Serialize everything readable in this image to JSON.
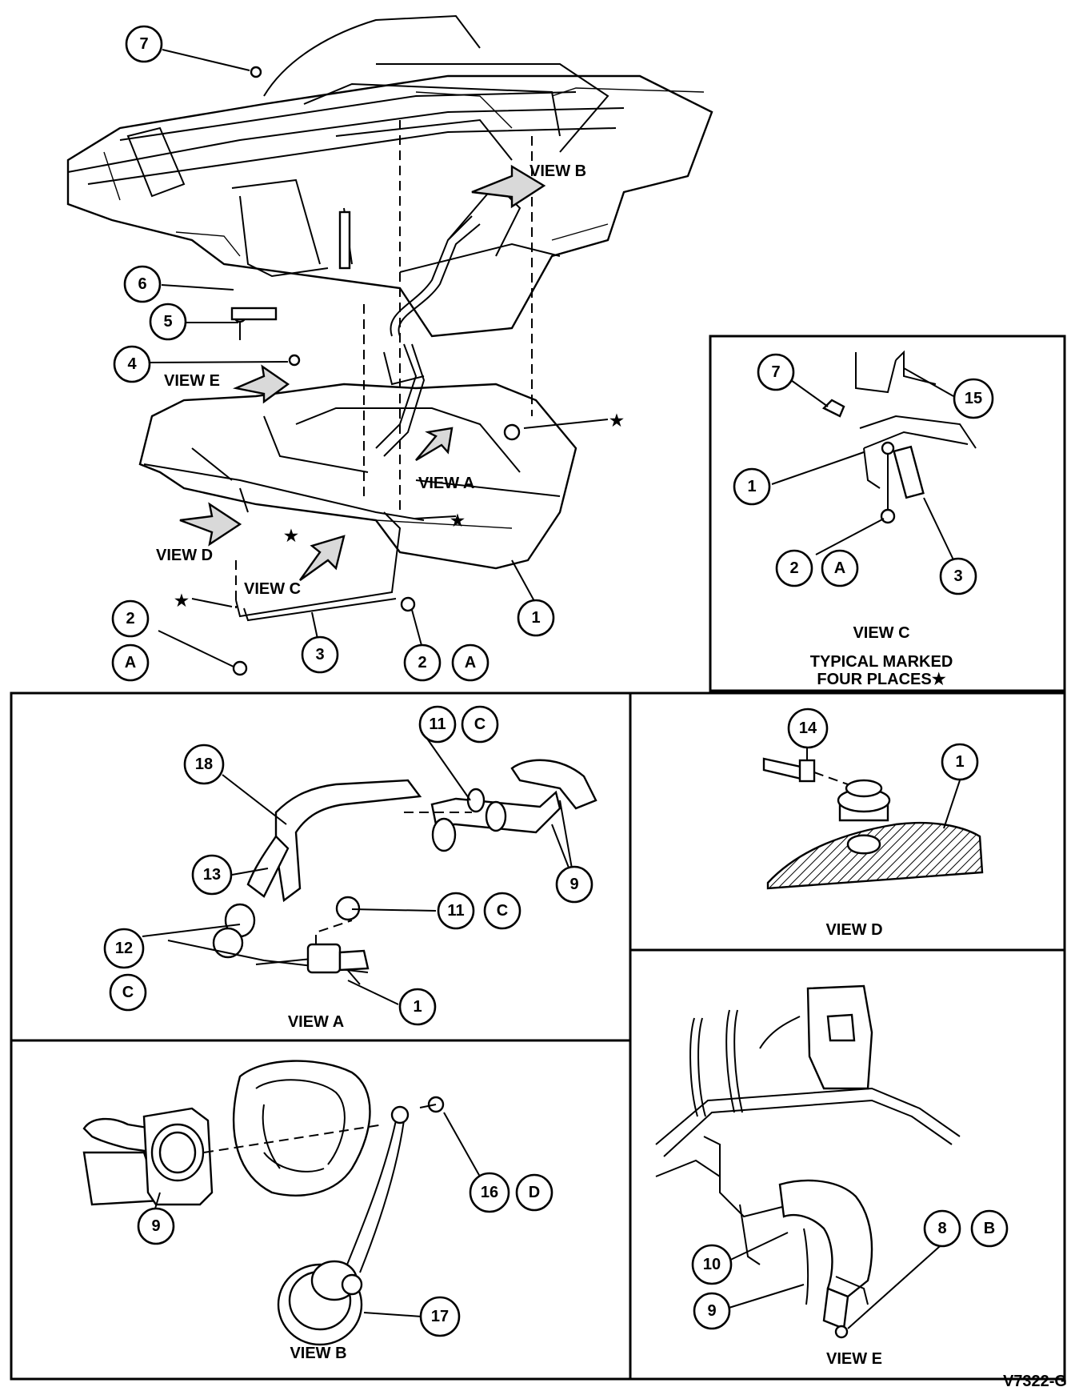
{
  "diagram_code": "V7322-G",
  "callouts": {
    "main": [
      "7",
      "6",
      "5",
      "4",
      "2",
      "A",
      "3",
      "2",
      "A",
      "1"
    ],
    "view_c": [
      "7",
      "15",
      "1",
      "2",
      "A",
      "3"
    ],
    "view_a": [
      "11",
      "C",
      "18",
      "13",
      "9",
      "11",
      "C",
      "12",
      "C",
      "1"
    ],
    "view_d": [
      "14",
      "1"
    ],
    "view_b": [
      "9",
      "16",
      "D",
      "17"
    ],
    "view_e": [
      "8",
      "B",
      "10",
      "9"
    ]
  },
  "view_labels": {
    "view_b": "VIEW B",
    "view_e": "VIEW E",
    "view_a": "VIEW A",
    "view_d": "VIEW D",
    "view_c": "VIEW C"
  },
  "view_c_panel": {
    "title": "VIEW C",
    "note_line1": "TYPICAL MARKED",
    "note_line2": "FOUR PLACES★"
  },
  "panel_titles": {
    "view_a": "VIEW A",
    "view_d": "VIEW D",
    "view_b": "VIEW B",
    "view_e": "VIEW E"
  },
  "star_symbol": "★"
}
